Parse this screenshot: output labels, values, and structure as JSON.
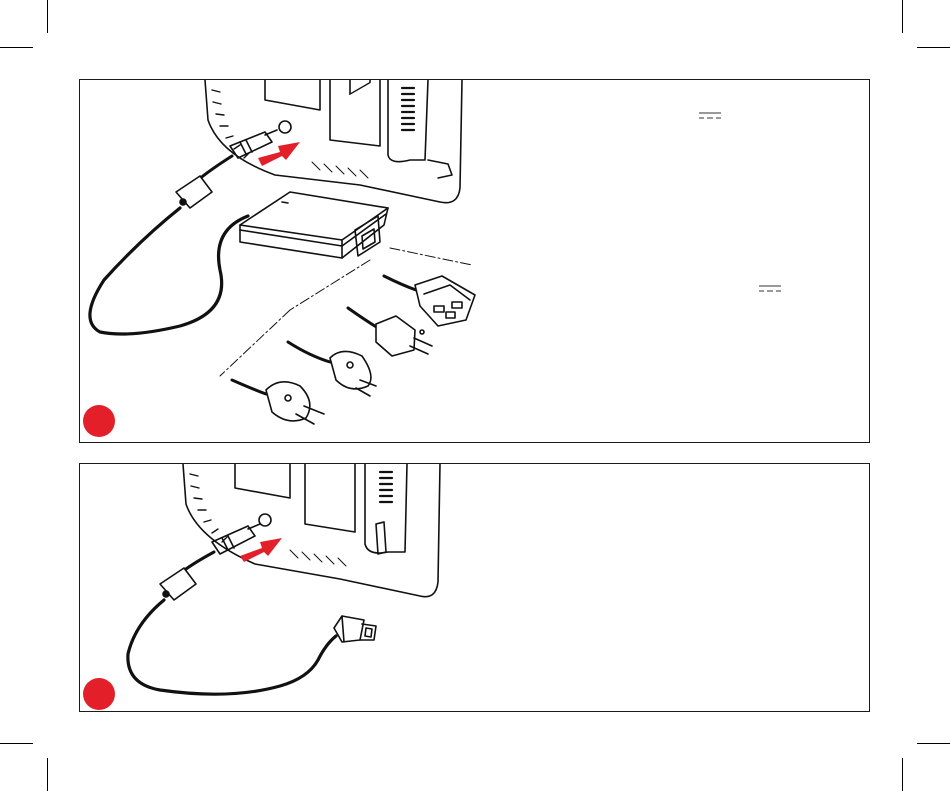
{
  "colors": {
    "frame": "#1a1a1a",
    "accent_red": "#e3202a",
    "arrow_red": "#e3202a",
    "ink": "#111111",
    "paper": "#ffffff"
  },
  "panels": [
    {
      "id": "panel-1",
      "step_badge": "step-1",
      "illustration": "ac-power-supply-connection"
    },
    {
      "id": "panel-2",
      "step_badge": "step-2",
      "illustration": "battery-dtap-connection"
    }
  ],
  "icons": [
    "dc-current-symbol",
    "dc-current-symbol",
    "arrow-icon",
    "arrow-icon"
  ]
}
